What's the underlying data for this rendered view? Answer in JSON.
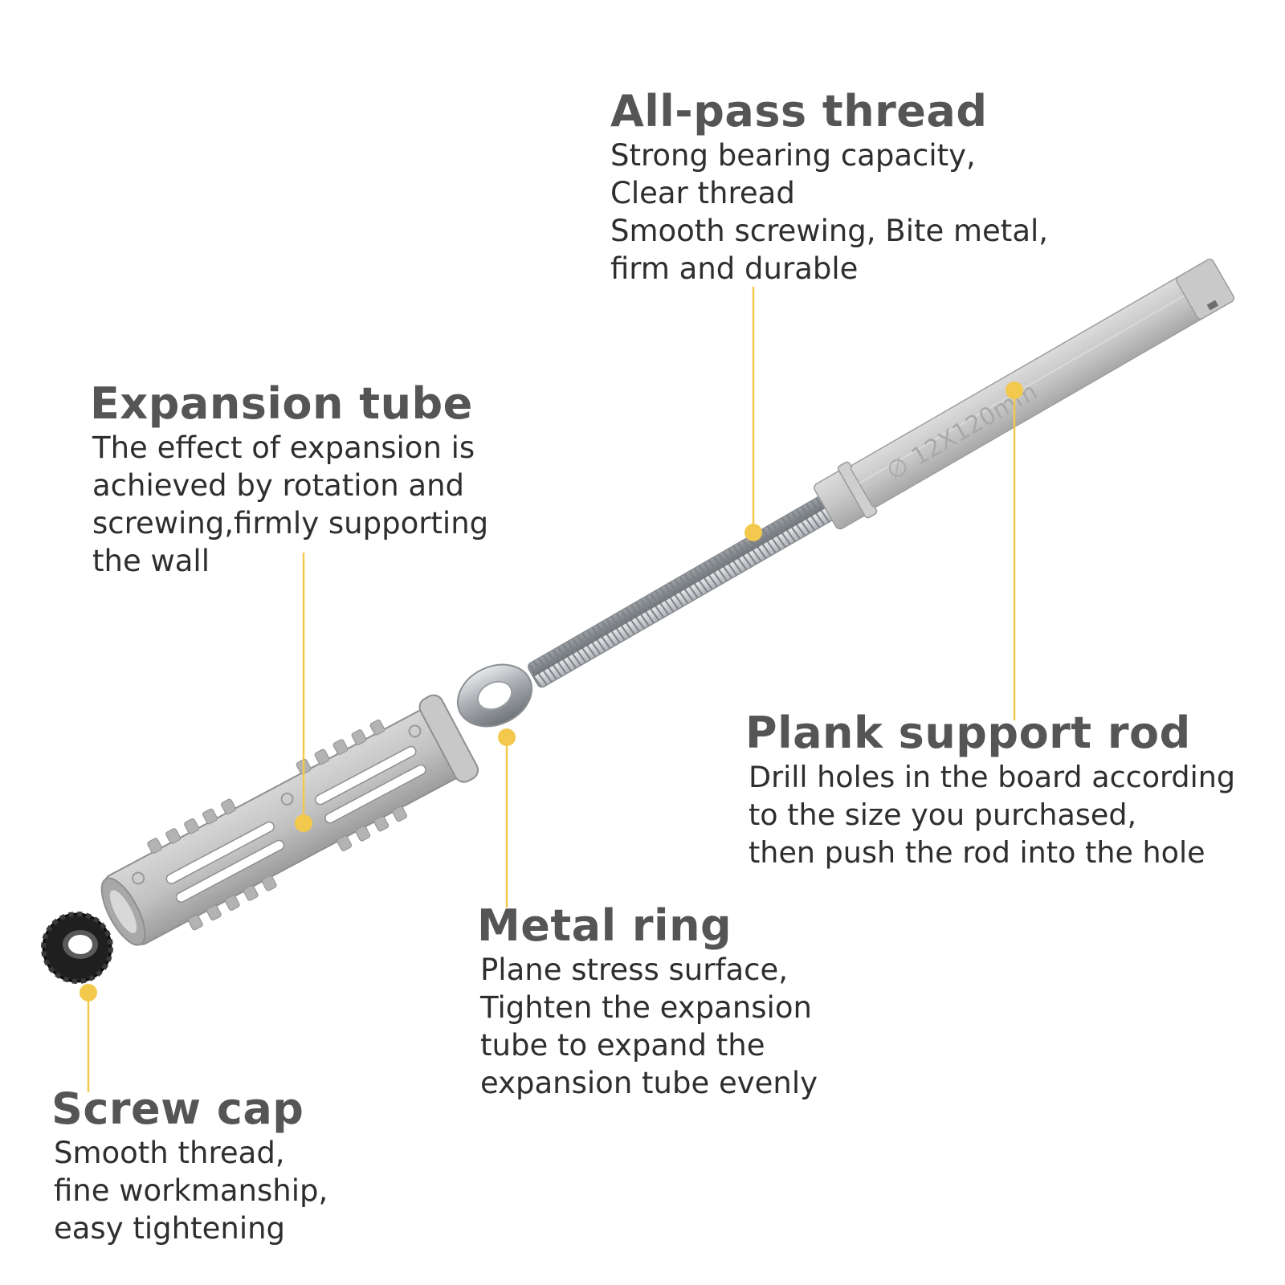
{
  "colors": {
    "accent": "#f2c94c",
    "heading": "#555555",
    "body_text": "#2e2e2e",
    "plastic_gray": "#c4c4c4",
    "steel": "#b0b4b8",
    "cap_black": "#1f1f1f"
  },
  "rod_marking": "∅ 12X120mm",
  "callouts": {
    "thread": {
      "title": "All-pass thread",
      "description": "Strong bearing capacity,\nClear thread\nSmooth screwing, Bite metal,\nfirm and durable"
    },
    "tube": {
      "title": "Expansion tube",
      "description": "The effect of expansion is\nachieved by rotation and\nscrewing,firmly supporting\nthe wall"
    },
    "rod": {
      "title": "Plank support rod",
      "description": "Drill holes in the board according\nto the size you purchased,\nthen push the rod into the hole"
    },
    "ring": {
      "title": "Metal ring",
      "description": "Plane stress surface,\nTighten the expansion\ntube to expand the\nexpansion tube evenly"
    },
    "cap": {
      "title": "Screw cap",
      "description": "Smooth thread,\nfine workmanship,\neasy tightening"
    }
  }
}
